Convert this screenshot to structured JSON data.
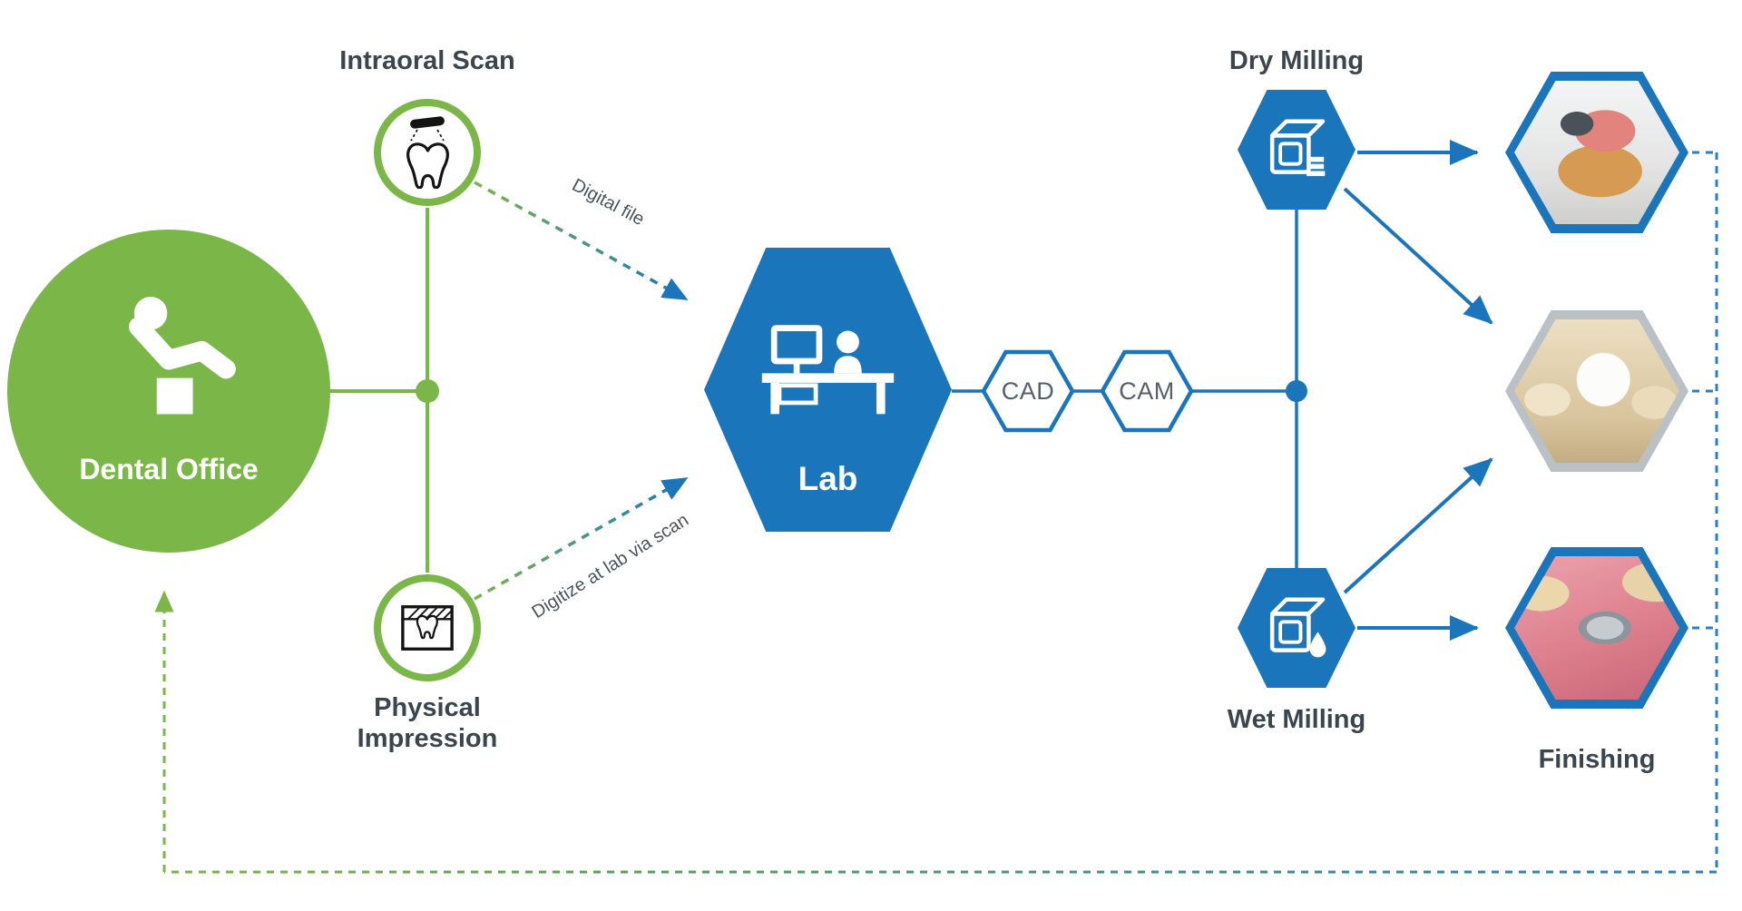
{
  "nodes": {
    "dental_office": "Dental Office",
    "intraoral_scan": "Intraoral Scan",
    "physical_impression": "Physical Impression",
    "lab": "Lab",
    "cad": "CAD",
    "cam": "CAM",
    "dry_milling": "Dry Milling",
    "wet_milling": "Wet Milling",
    "finishing": "Finishing"
  },
  "edge_labels": {
    "digital_file": "Digital file",
    "digitize_at_lab": "Digitize at lab via scan"
  },
  "colors": {
    "green": "#7ab648",
    "blue": "#1b75bb",
    "node_label_text": "#3a454e",
    "cadcam_text": "#55606b"
  }
}
